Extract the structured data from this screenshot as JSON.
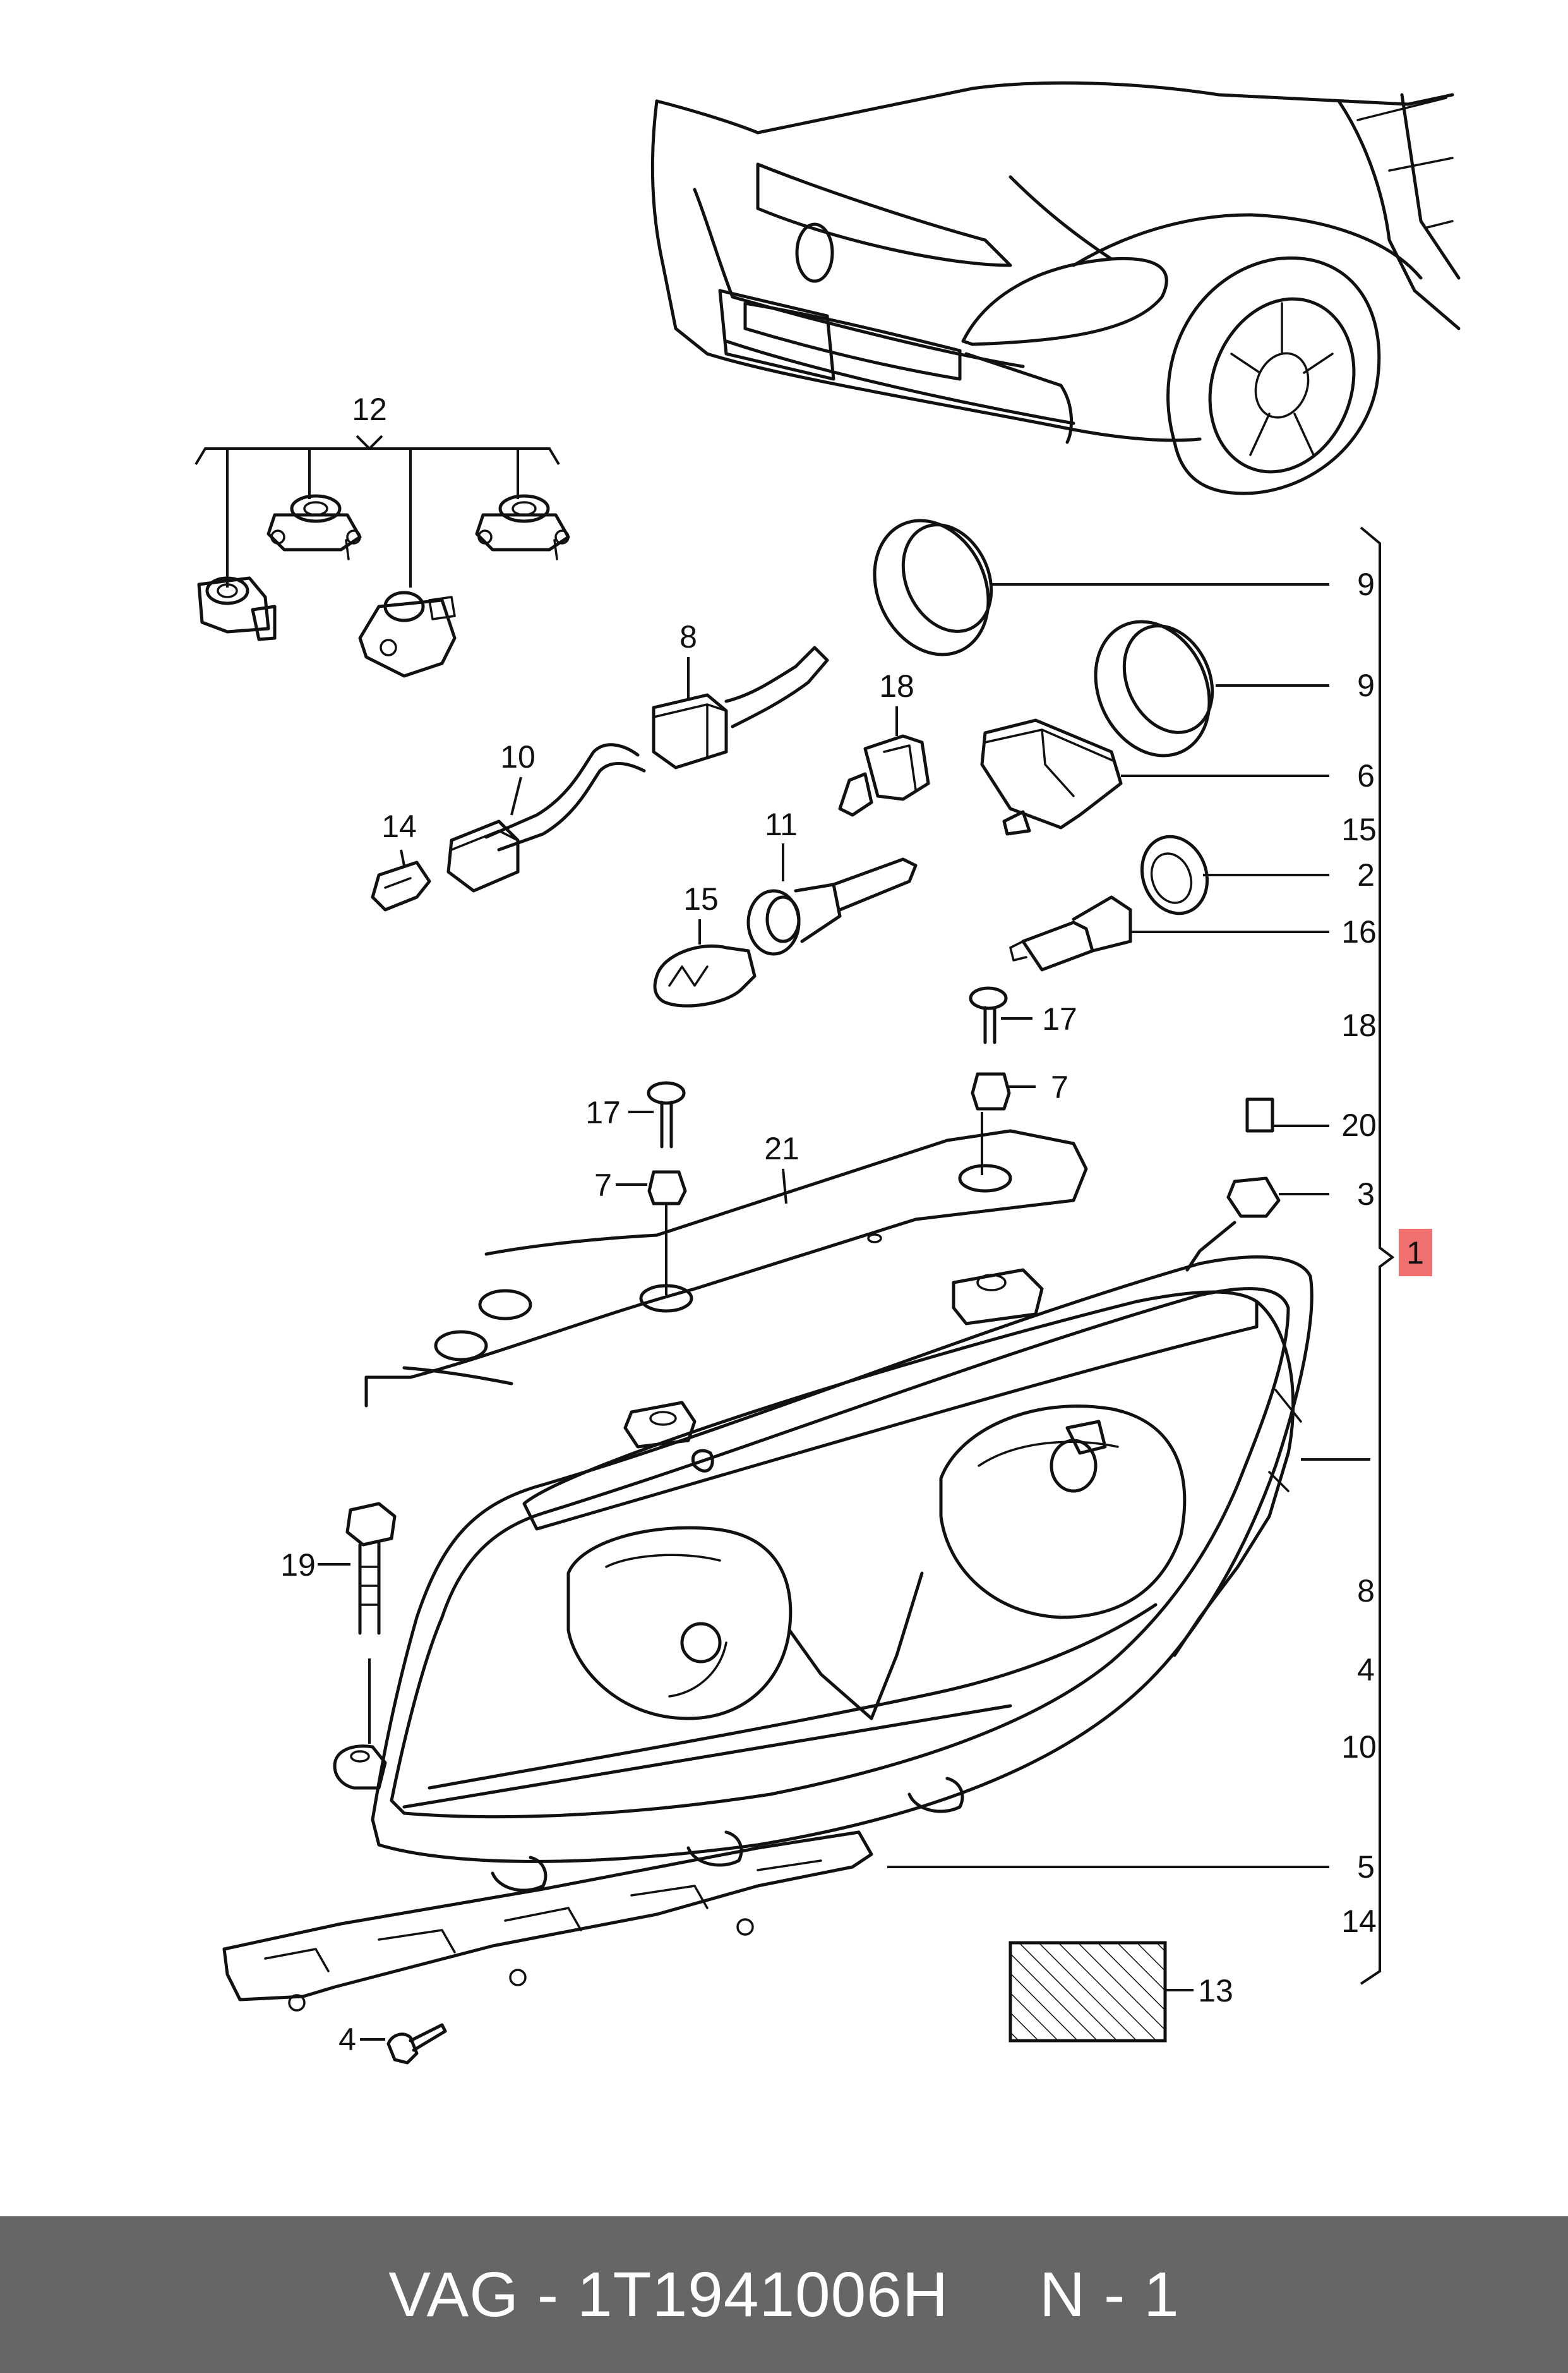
{
  "diagram": {
    "callouts": {
      "c1": "1",
      "c2": "2",
      "c3": "3",
      "c4": "4",
      "c5": "5",
      "c6": "6",
      "c7a": "7",
      "c7b": "7",
      "c8": "8",
      "c9a": "9",
      "c9b": "9",
      "c10": "10",
      "c11": "11",
      "c12": "12",
      "c13": "13",
      "c14": "14",
      "c15": "15",
      "c16": "16",
      "c17a": "17",
      "c17b": "17",
      "c18": "18",
      "c19": "19",
      "c20": "20",
      "c21": "21"
    },
    "bracket_list": [
      "15",
      "18",
      "8",
      "4",
      "10",
      "14"
    ],
    "highlight_color": "#f07070"
  },
  "footer": {
    "text": "VAG - 1T1941006H     N - 1",
    "background": "#666666"
  }
}
